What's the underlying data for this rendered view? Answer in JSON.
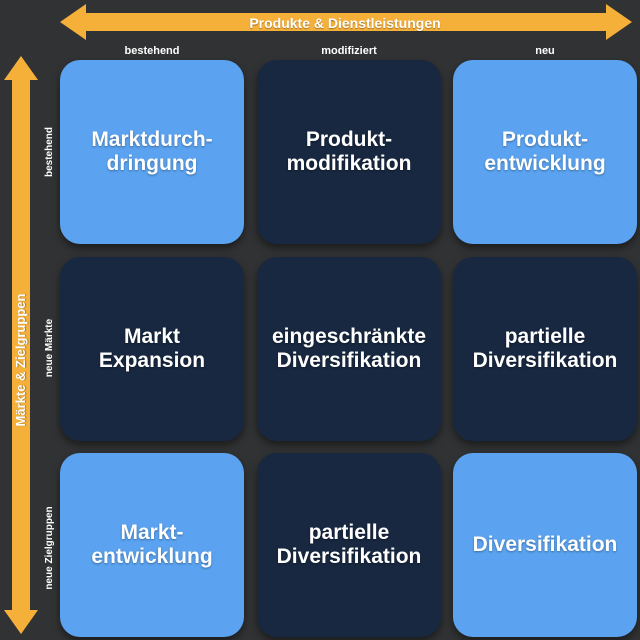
{
  "colors": {
    "background": "#313233",
    "arrow": "#f5b039",
    "light_cell": "#5ba3f0",
    "dark_cell": "#182840",
    "text": "#ffffff"
  },
  "axes": {
    "x_title": "Produkte & Dienstleistungen",
    "y_title": "Märkte & Zielgruppen"
  },
  "columns": [
    "bestehend",
    "modifiziert",
    "neu"
  ],
  "rows": [
    "bestehend",
    "neue Märkte",
    "neue Zielgruppen"
  ],
  "cells": [
    [
      {
        "label": "Marktdurch-\ndringung",
        "tone": "light"
      },
      {
        "label": "Produkt-\nmodifikation",
        "tone": "dark"
      },
      {
        "label": "Produkt-\nentwicklung",
        "tone": "light"
      }
    ],
    [
      {
        "label": "Markt\nExpansion",
        "tone": "dark"
      },
      {
        "label": "eingeschränkte\nDiversifikation",
        "tone": "dark"
      },
      {
        "label": "partielle\nDiversifikation",
        "tone": "dark"
      }
    ],
    [
      {
        "label": "Markt-\nentwicklung",
        "tone": "light"
      },
      {
        "label": "partielle\nDiversifikation",
        "tone": "dark"
      },
      {
        "label": "Diversifikation",
        "tone": "light"
      }
    ]
  ]
}
